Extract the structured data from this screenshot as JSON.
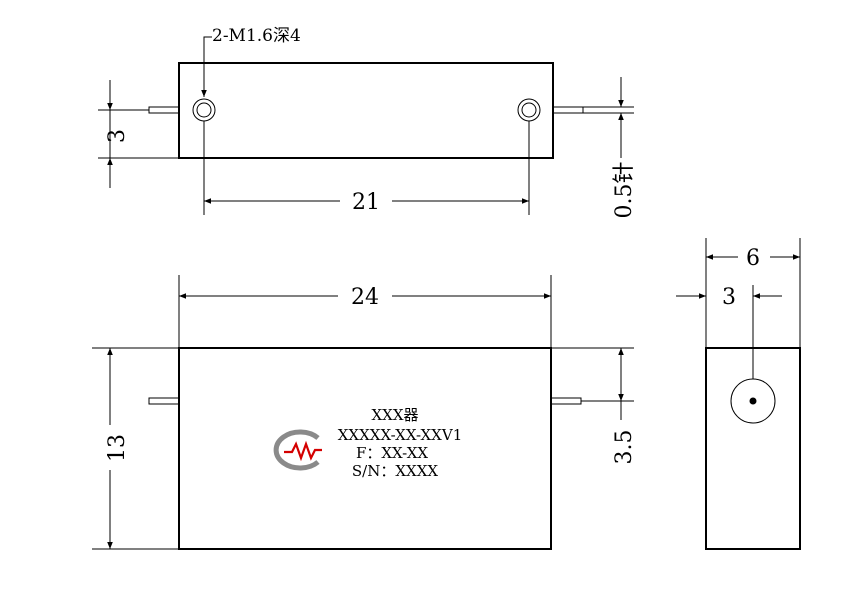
{
  "callout": {
    "thread_spec": "2-M1.6深4"
  },
  "top_view": {
    "dim_height_left": "3",
    "dim_hole_spacing": "21",
    "dim_pin": "0.5针"
  },
  "front_view": {
    "dim_width": "24",
    "dim_height": "13",
    "dim_pin_height": "3.5",
    "label": {
      "name": "XXX器",
      "model": "XXXXX-XX-XXV1",
      "freq": "F：XX-XX",
      "serial": "S/N：XXXX"
    }
  },
  "side_view": {
    "dim_depth": "6",
    "dim_pin_offset": "3"
  },
  "colors": {
    "line": "#000000",
    "logo_red": "#d40000",
    "logo_gray": "#8a8a8a"
  }
}
